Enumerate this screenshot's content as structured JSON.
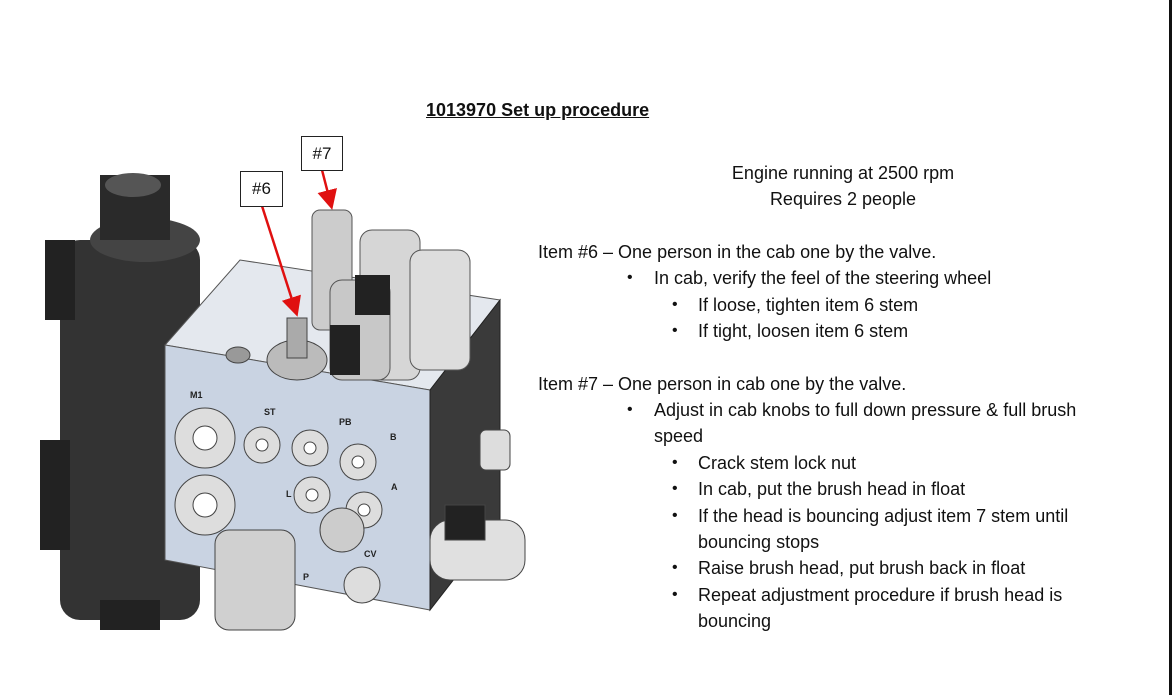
{
  "title": "1013970 Set up procedure",
  "conditions": [
    "Engine running at 2500 rpm",
    "Requires 2 people"
  ],
  "callouts": {
    "item6": "#6",
    "item7": "#7"
  },
  "port_labels": [
    "M1",
    "ST",
    "PB",
    "B",
    "L",
    "A",
    "CV",
    "P"
  ],
  "item6": {
    "heading": "Item #6 – One person in the cab one by the valve.",
    "bullet": "In cab, verify the feel of the steering wheel",
    "sub": [
      "If loose, tighten item 6 stem",
      "If tight, loosen item 6 stem"
    ]
  },
  "item7": {
    "heading": "Item #7 – One person in cab one by the valve.",
    "bullet_line1": "Adjust in cab knobs to full down pressure & full brush",
    "bullet_line2": "speed",
    "sub": [
      {
        "l1": "Crack stem lock nut"
      },
      {
        "l1": "In cab, put the brush head in float"
      },
      {
        "l1": "If the head is bouncing adjust item 7 stem until",
        "l2": "bouncing stops"
      },
      {
        "l1": "Raise brush head, put brush back in float"
      },
      {
        "l1": "Repeat adjustment procedure if brush head is",
        "l2": "bouncing"
      }
    ]
  },
  "colors": {
    "arrow": "#e01010",
    "block": "#c9d3e2",
    "solenoid": "#2e2e2e"
  }
}
